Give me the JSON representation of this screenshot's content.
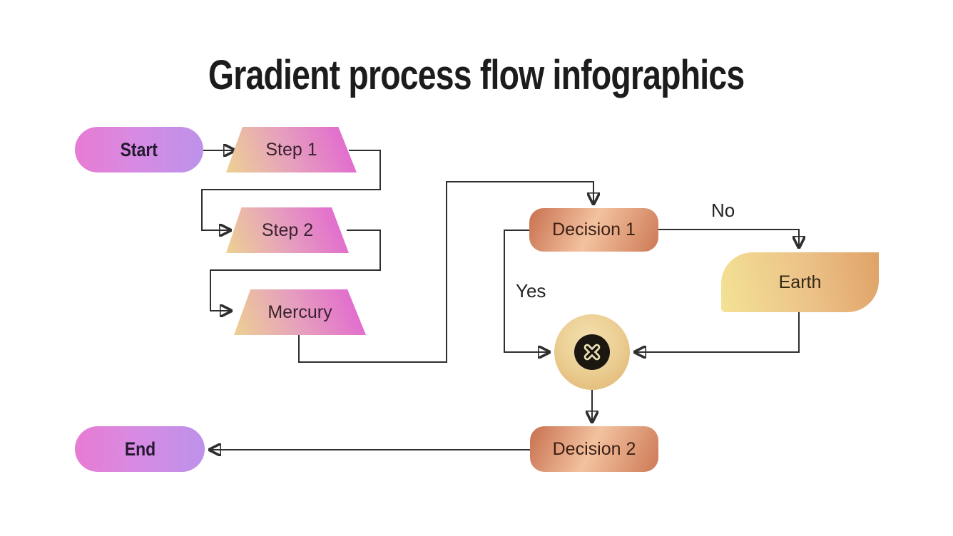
{
  "title": "Gradient process flow infographics",
  "nodes": {
    "start": {
      "label": "Start",
      "shape": "pill"
    },
    "step1": {
      "label": "Step 1",
      "shape": "trapezoid"
    },
    "step2": {
      "label": "Step 2",
      "shape": "trapezoid"
    },
    "mercury": {
      "label": "Mercury",
      "shape": "trapezoid"
    },
    "decision1": {
      "label": "Decision 1",
      "shape": "rounded-rectangle"
    },
    "earth": {
      "label": "Earth",
      "shape": "leaf-rectangle"
    },
    "merge": {
      "icon": "x-cross-icon",
      "shape": "circle"
    },
    "decision2": {
      "label": "Decision 2",
      "shape": "rounded-rectangle"
    },
    "end": {
      "label": "End",
      "shape": "pill"
    }
  },
  "edge_labels": {
    "no": "No",
    "yes": "Yes"
  },
  "colors": {
    "background": "#ffffff",
    "title_text": "#1c1c1c",
    "connector_line": "#2e2e2e",
    "pill_gradient": [
      "#e77bd3",
      "#bd92ea"
    ],
    "trapezoid_gradient": [
      "#edd192",
      "#e160d3"
    ],
    "decision_gradient": [
      "#c8704e",
      "#f3c2a0",
      "#cd7954"
    ],
    "leaf_gradient": [
      "#f3e294",
      "#dfa267"
    ],
    "circle_gradient": [
      "#f4e0b0",
      "#dfb26c"
    ],
    "icon_badge": "#1b1710",
    "icon_glyph": "#f0e2b6"
  }
}
